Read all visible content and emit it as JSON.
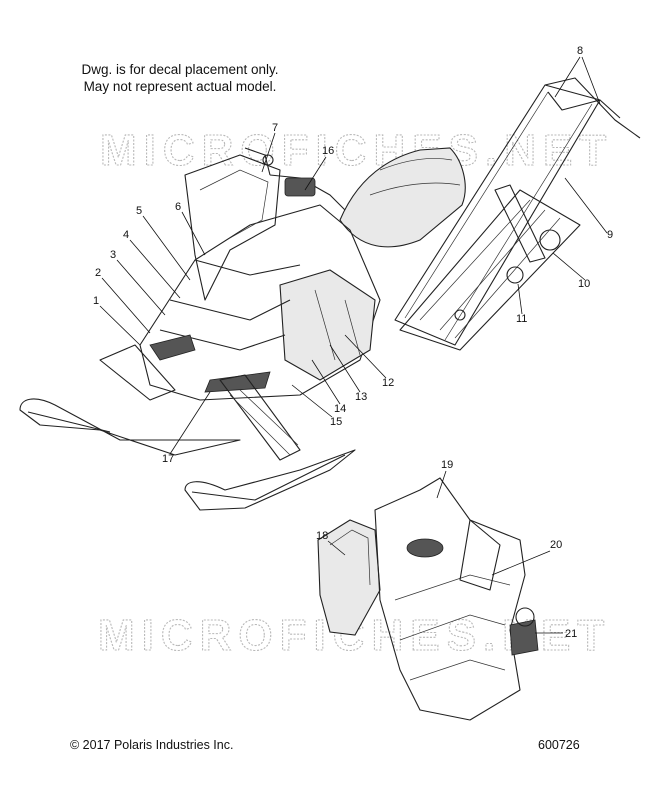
{
  "notes": {
    "line1": "Dwg. is for decal placement only.",
    "line2": "May not represent actual model."
  },
  "watermark": "MICROFICHES.NET",
  "footer": {
    "copyright": "© 2017 Polaris Industries Inc.",
    "drawing_number": "600726"
  },
  "callouts": [
    "1",
    "2",
    "3",
    "4",
    "5",
    "6",
    "7",
    "8",
    "9",
    "10",
    "11",
    "12",
    "13",
    "14",
    "15",
    "16",
    "17",
    "18",
    "19",
    "20",
    "21"
  ]
}
